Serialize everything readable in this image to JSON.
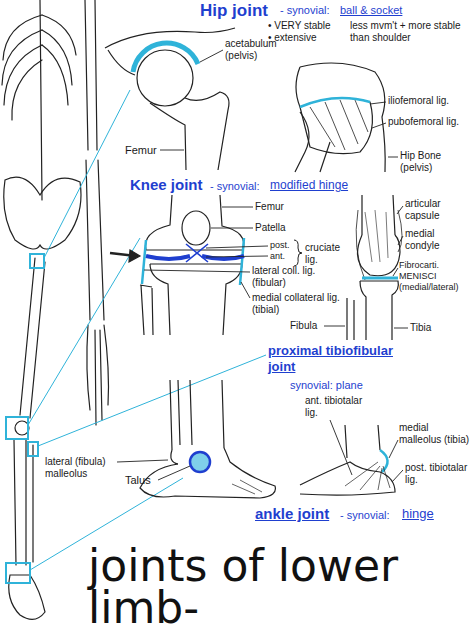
{
  "diagram": {
    "title": "joints of lower limb-",
    "labels": [
      "Hip joint",
      "- synovial:",
      "ball & socket",
      "• VERY stable",
      "• extensive",
      "less mvm't + more stable than shoulder",
      "acetabulum (pelvis)",
      "iliofemoral lig.",
      "pubofemoral lig.",
      "Hip Bone (pelvis)",
      "Femur",
      "Knee joint",
      "- synovial:",
      "modified hinge",
      "Femur",
      "Patella",
      "post.",
      "ant.",
      "cruciate lig.",
      "lateral coll. lig. (fibular)",
      "medial collateral lig. (tibial)",
      "articular capsule",
      "medial condyle",
      "Fibrocarti. MENISCI (medial/lateral)",
      "Fibula",
      "Tibia",
      "proximal tibiofibular joint",
      "synovial: plane",
      "ant. tibiotalar lig.",
      "medial malleolus (tibia)",
      "post. tibiotalar lig.",
      "lateral (fibula) malleolus",
      "Talus",
      "ankle joint",
      "- synovial:",
      "hinge"
    ]
  }
}
